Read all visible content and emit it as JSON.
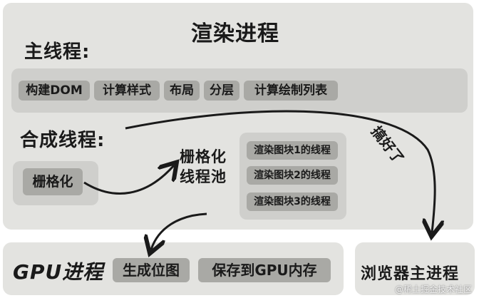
{
  "render_process": {
    "title": "渲染进程"
  },
  "main_thread": {
    "title": "主线程:",
    "steps": [
      "构建DOM",
      "计算样式",
      "布局",
      "分层",
      "计算绘制列表"
    ]
  },
  "compositor_thread": {
    "title": "合成线程:",
    "raster_label": "栅格化"
  },
  "raster_pool": {
    "title_line1": "栅格化",
    "title_line2": "线程池",
    "threads": [
      "渲染图块1的线程",
      "渲染图块2的线程",
      "渲染图块3的线程"
    ]
  },
  "done_label": "搞好了",
  "gpu_process": {
    "title": "GPU进程",
    "steps": [
      "生成位图",
      "保存到GPU内存"
    ]
  },
  "browser_process": {
    "title": "浏览器主进程"
  },
  "watermark": "@稀土掘金技术社区"
}
